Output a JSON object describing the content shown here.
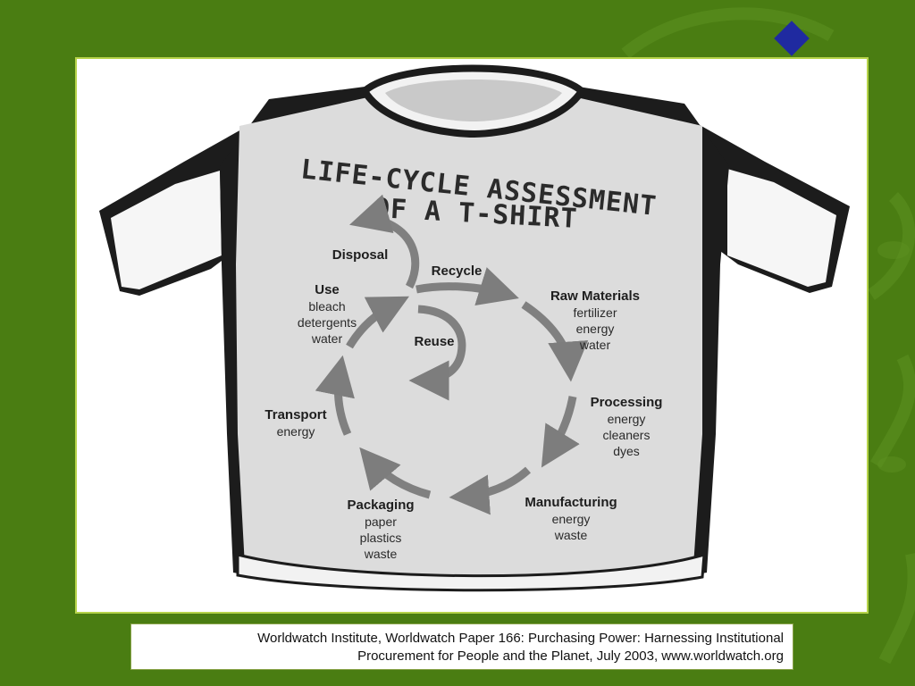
{
  "diagram": {
    "title_line1": "LIFE-CYCLE ASSESSMENT",
    "title_line2": "OF A T-SHIRT",
    "stages": {
      "disposal": {
        "heading": "Disposal",
        "items": []
      },
      "recycle": {
        "heading": "Recycle",
        "items": []
      },
      "reuse": {
        "heading": "Reuse",
        "items": []
      },
      "raw_materials": {
        "heading": "Raw Materials",
        "items": [
          "fertilizer",
          "energy",
          "water"
        ]
      },
      "processing": {
        "heading": "Processing",
        "items": [
          "energy",
          "cleaners",
          "dyes"
        ]
      },
      "manufacturing": {
        "heading": "Manufacturing",
        "items": [
          "energy",
          "waste"
        ]
      },
      "packaging": {
        "heading": "Packaging",
        "items": [
          "paper",
          "plastics",
          "waste"
        ]
      },
      "transport": {
        "heading": "Transport",
        "items": [
          "energy"
        ]
      },
      "use": {
        "heading": "Use",
        "items": [
          "bleach",
          "detergents",
          "water"
        ]
      }
    }
  },
  "citation": {
    "line1": "Worldwatch Institute, Worldwatch Paper 166: Purchasing Power: Harnessing Institutional",
    "line2": "Procurement for People and the Planet, July 2003, www.worldwatch.org"
  },
  "colors": {
    "slide_bg": "#4a7d12",
    "bullet": "#1f2aa0",
    "shirt_body": "#dcdcdc",
    "arrow": "#808080"
  }
}
